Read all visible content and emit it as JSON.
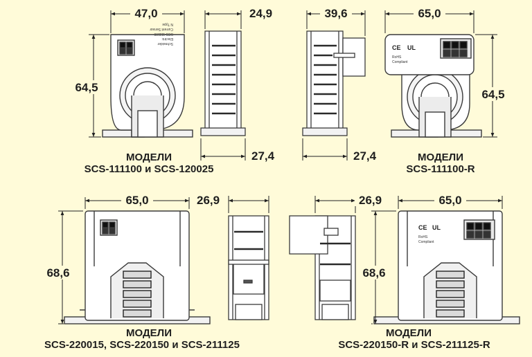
{
  "top_left": {
    "dims": {
      "width": "47,0",
      "height": "64,5",
      "side_depth": "24,9",
      "side_base": "27,4"
    },
    "label": "МОДЕЛИ",
    "models": "SCS-111100 и SCS-120025",
    "plate_text": [
      "Schneider",
      "Electric",
      "SCS-111100",
      "Current Sensor",
      "N Type"
    ]
  },
  "top_right": {
    "dims": {
      "side_depth": "39,6",
      "side_base": "27,4",
      "width": "65,0",
      "height": "64,5"
    },
    "label": "МОДЕЛИ",
    "models": "SCS-111100-R",
    "marks": [
      "CE",
      "UL",
      "RoHS",
      "Compliant"
    ]
  },
  "bottom_left": {
    "dims": {
      "width": "65,0",
      "height": "68,6",
      "side_depth": "26,9"
    },
    "label": "МОДЕЛИ",
    "models": "SCS-220015, SCS-220150 и SCS-211125"
  },
  "bottom_right": {
    "dims": {
      "side_depth": "26,9",
      "width": "65,0",
      "height": "68,6"
    },
    "label": "МОДЕЛИ",
    "models": "SCS-220150-R и SCS-211125-R",
    "marks": [
      "CE",
      "UL",
      "RoHS",
      "Compliant"
    ]
  }
}
